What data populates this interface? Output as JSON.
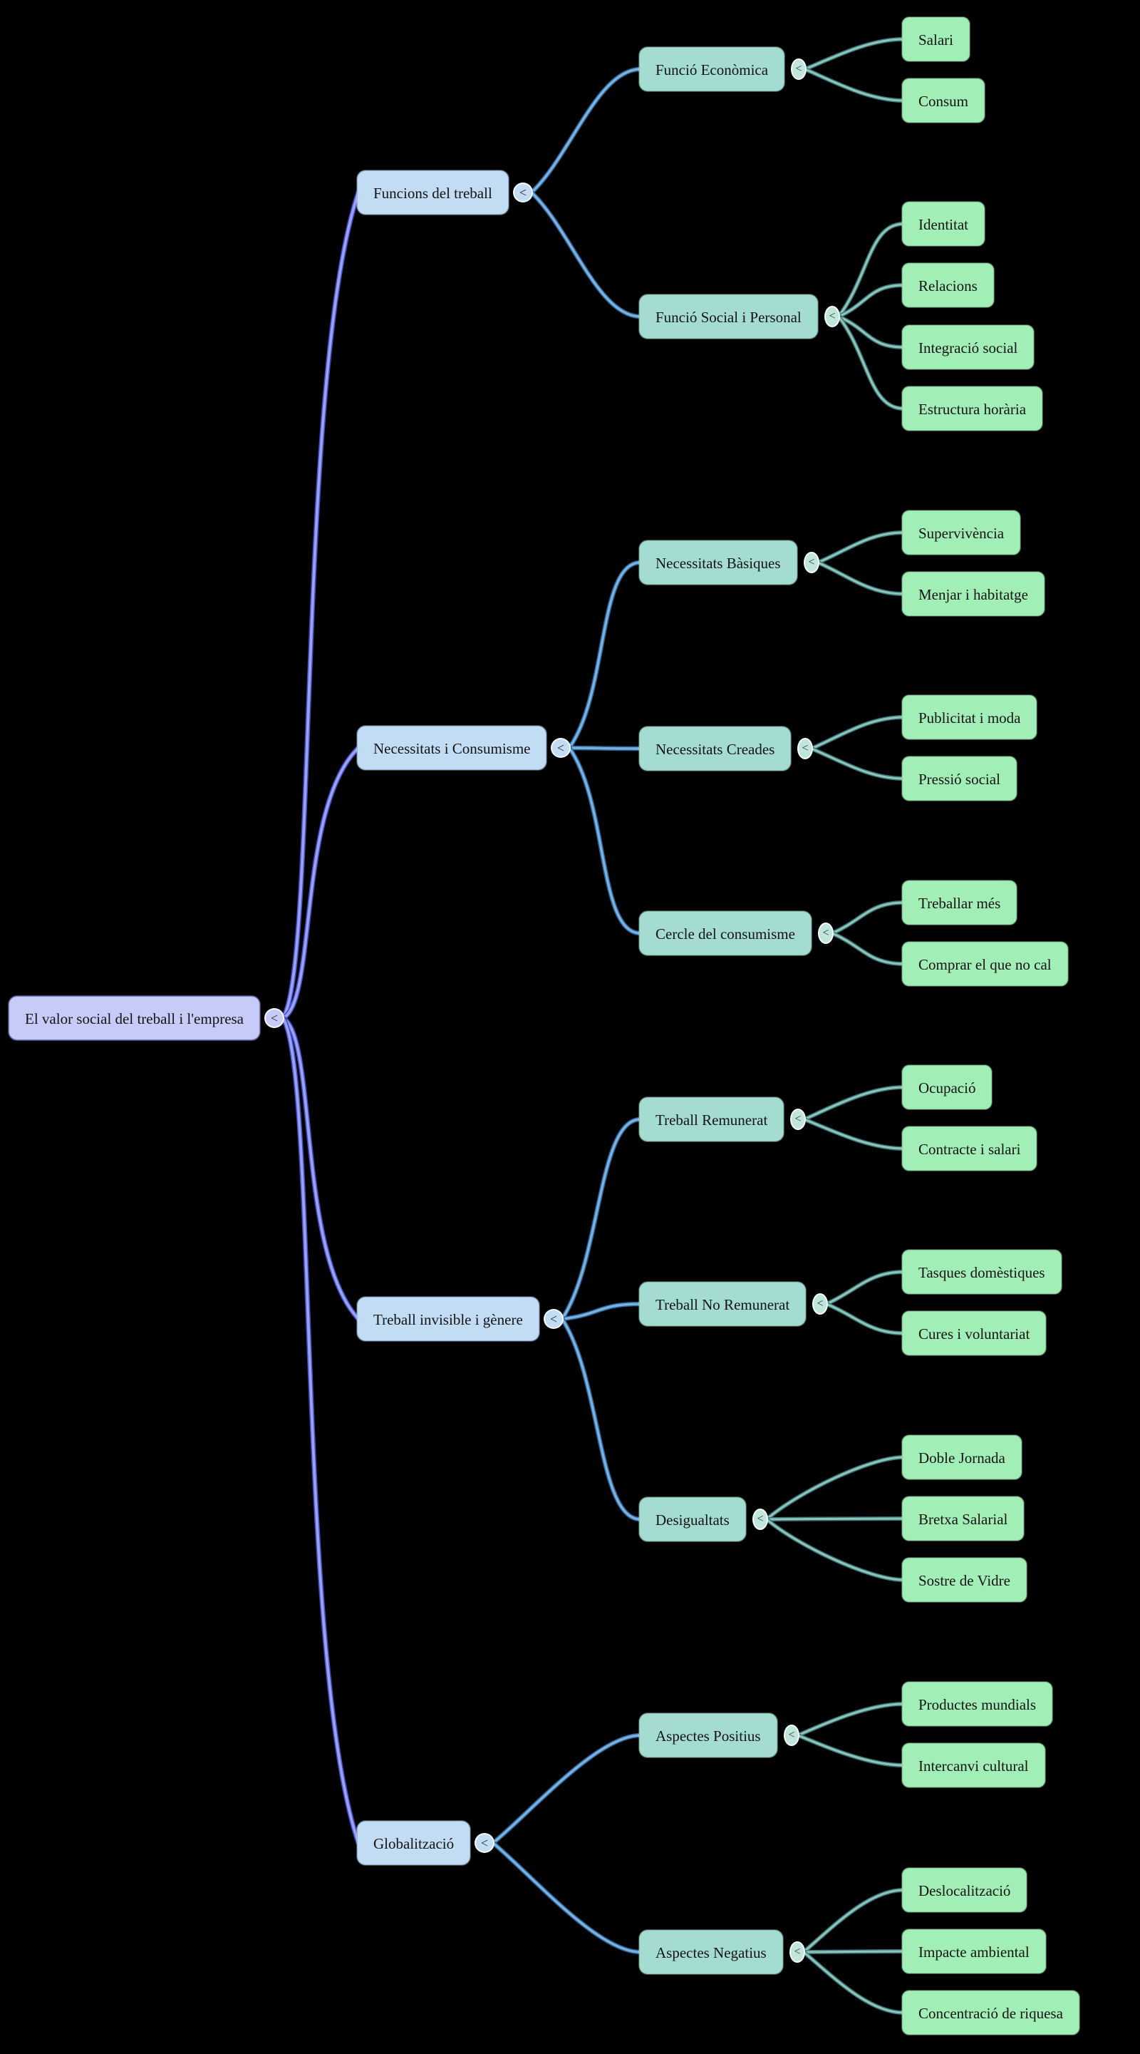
{
  "ui": {
    "collapse_glyph": "<"
  },
  "colors": {
    "bg": "#000000",
    "text": "#141414",
    "glyph": "#2b2b2b",
    "root_fill": "#c7cbf7",
    "root_border": "#6f78d8",
    "l1_fill": "#c2dcf4",
    "l1_border": "#8fb6d9",
    "l2_fill": "#a4dcd2",
    "l2_circle_fill": "#bfe5dc",
    "l2_border": "#82c6b6",
    "l3_fill": "#a2eeb7",
    "l3_border": "#7ed897",
    "edge0_casing": "#424bc0",
    "edge0_core": "#98a1f2",
    "edge1_casing": "#2d6090",
    "edge1_core": "#79b2e0",
    "edge2_casing": "#3e6f7e",
    "edge2_core": "#8bc8b2"
  },
  "tree": {
    "id": "root",
    "label": "El valor social del treball i l'empresa",
    "children": [
      {
        "id": "funcions-del-treball",
        "label": "Funcions del treball",
        "children": [
          {
            "id": "funcio-economica",
            "label": "Funció Econòmica",
            "children": [
              {
                "id": "salari",
                "label": "Salari"
              },
              {
                "id": "consum",
                "label": "Consum"
              }
            ]
          },
          {
            "id": "funcio-social-i-personal",
            "label": "Funció Social i Personal",
            "children": [
              {
                "id": "identitat",
                "label": "Identitat"
              },
              {
                "id": "relacions",
                "label": "Relacions"
              },
              {
                "id": "integracio-social",
                "label": "Integració social"
              },
              {
                "id": "estructura-horaria",
                "label": "Estructura horària"
              }
            ]
          }
        ]
      },
      {
        "id": "necessitats-i-consumisme",
        "label": "Necessitats i Consumisme",
        "children": [
          {
            "id": "necessitats-basiques",
            "label": "Necessitats Bàsiques",
            "children": [
              {
                "id": "supervivencia",
                "label": "Supervivència"
              },
              {
                "id": "menjar-i-habitatge",
                "label": "Menjar i habitatge"
              }
            ]
          },
          {
            "id": "necessitats-creades",
            "label": "Necessitats Creades",
            "children": [
              {
                "id": "publicitat-i-moda",
                "label": "Publicitat i moda"
              },
              {
                "id": "pressio-social",
                "label": "Pressió social"
              }
            ]
          },
          {
            "id": "cercle-del-consumisme",
            "label": "Cercle del consumisme",
            "children": [
              {
                "id": "treballar-mes",
                "label": "Treballar més"
              },
              {
                "id": "comprar-el-que-no-cal",
                "label": "Comprar el que no cal"
              }
            ]
          }
        ]
      },
      {
        "id": "treball-invisible-i-genere",
        "label": "Treball invisible i gènere",
        "children": [
          {
            "id": "treball-remunerat",
            "label": "Treball Remunerat",
            "children": [
              {
                "id": "ocupacio",
                "label": "Ocupació"
              },
              {
                "id": "contracte-i-salari",
                "label": "Contracte i salari"
              }
            ]
          },
          {
            "id": "treball-no-remunerat",
            "label": "Treball No Remunerat",
            "children": [
              {
                "id": "tasques-domestiques",
                "label": "Tasques domèstiques"
              },
              {
                "id": "cures-i-voluntariat",
                "label": "Cures i voluntariat"
              }
            ]
          },
          {
            "id": "desigualtats",
            "label": "Desigualtats",
            "children": [
              {
                "id": "doble-jornada",
                "label": "Doble Jornada"
              },
              {
                "id": "bretxa-salarial",
                "label": "Bretxa Salarial"
              },
              {
                "id": "sostre-de-vidre",
                "label": "Sostre de Vidre"
              }
            ]
          }
        ]
      },
      {
        "id": "globalitzacio",
        "label": "Globalització",
        "children": [
          {
            "id": "aspectes-positius",
            "label": "Aspectes Positius",
            "children": [
              {
                "id": "productes-mundials",
                "label": "Productes mundials"
              },
              {
                "id": "intercanvi-cultural",
                "label": "Intercanvi cultural"
              }
            ]
          },
          {
            "id": "aspectes-negatius",
            "label": "Aspectes Negatius",
            "children": [
              {
                "id": "deslocalitzacio",
                "label": "Deslocalització"
              },
              {
                "id": "impacte-ambiental",
                "label": "Impacte ambiental"
              },
              {
                "id": "concentracio-de-riquesa",
                "label": "Concentració de riquesa"
              }
            ]
          }
        ]
      }
    ]
  }
}
